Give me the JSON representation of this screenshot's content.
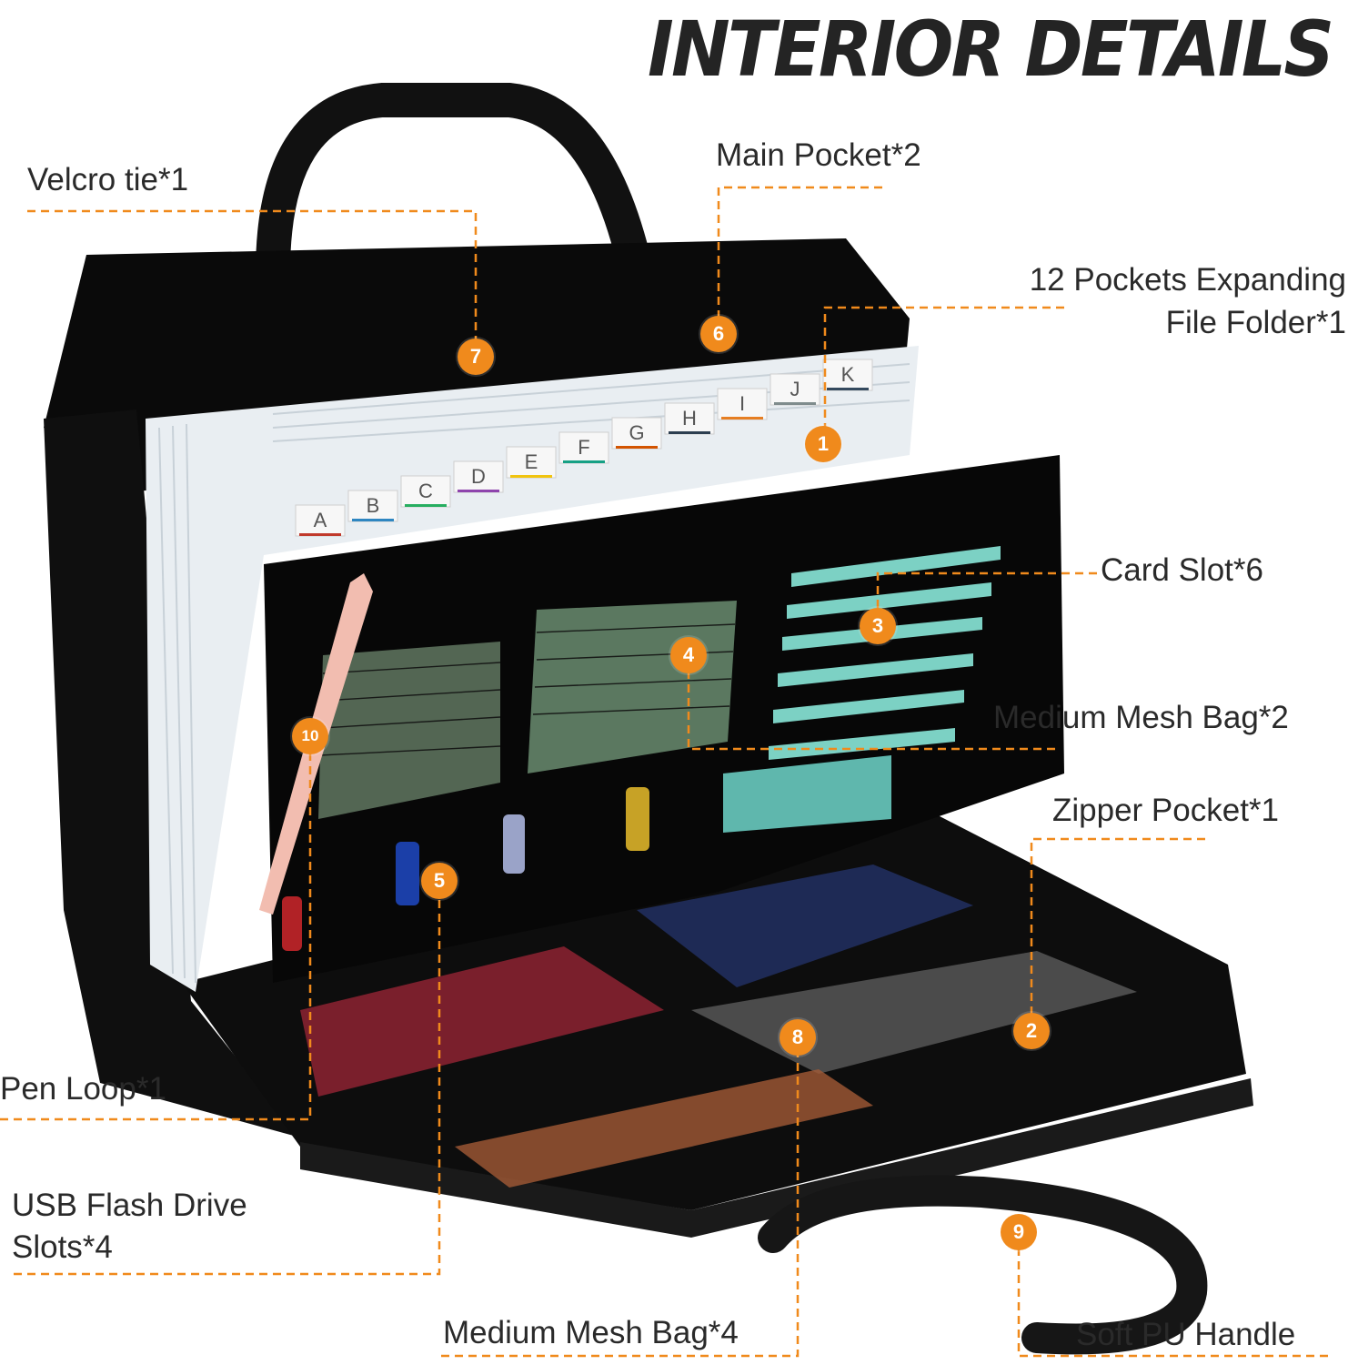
{
  "heading": "INTERIOR DETAILS",
  "colors": {
    "accent": "#f08a1c",
    "text": "#2a2a2a",
    "bag": "#0d0d0d"
  },
  "labels": {
    "velcro": "Velcro tie*1",
    "main_pocket": "Main Pocket*2",
    "folder_line1": "12 Pockets Expanding",
    "folder_line2": "File Folder*1",
    "card_slot": "Card Slot*6",
    "mesh_bag_2": "Medium Mesh Bag*2",
    "zipper_pocket": "Zipper Pocket*1",
    "pen_loop": "Pen Loop*1",
    "usb_line1": "USB Flash Drive",
    "usb_line2": "Slots*4",
    "mesh_bag_4": "Medium Mesh Bag*4",
    "handle": "Soft PU Handle"
  },
  "badges": {
    "b1": "1",
    "b2": "2",
    "b3": "3",
    "b4": "4",
    "b5": "5",
    "b6": "6",
    "b7": "7",
    "b8": "8",
    "b9": "9",
    "b10": "10"
  },
  "tabs": [
    "A",
    "B",
    "C",
    "D",
    "E",
    "F",
    "G",
    "H",
    "I",
    "J",
    "K"
  ]
}
